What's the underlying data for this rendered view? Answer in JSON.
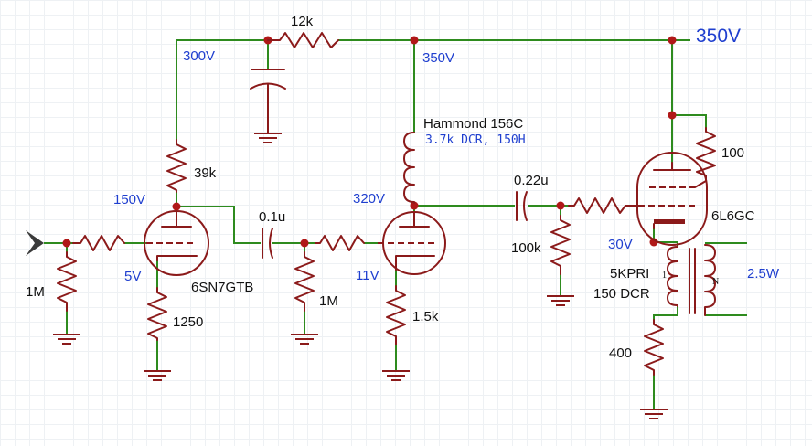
{
  "colors": {
    "wire": "#2e8b1e",
    "component": "#8b1a1a",
    "voltage_label": "#1f3fcf",
    "text": "#111111"
  },
  "supply": {
    "main": "350V"
  },
  "nodes": {
    "b300": "300V",
    "b350": "350V",
    "v1_plate": "150V",
    "v1_cathode": "5V",
    "v2_plate": "320V",
    "v2_cathode": "11V",
    "v3_cathode": "30V"
  },
  "components": {
    "r_dropper": "12k",
    "r_plate1": "39k",
    "r_in_shunt": "1M",
    "r_cathode1": "1250",
    "cap_coupling1": "0.1u",
    "r_grid2": "1M",
    "r_cathode2": "1.5k",
    "cap_coupling2": "0.22u",
    "r_grid3": "100k",
    "r_screen": "100",
    "r_cathode3": "400"
  },
  "tubes": {
    "v1": "6SN7GTB",
    "v3": "6L6GC"
  },
  "choke": {
    "name": "Hammond 156C",
    "spec": "3.7k DCR, 150H"
  },
  "transformer": {
    "primary": "5KPRI",
    "dcr": "150 DCR",
    "pin_label": "1",
    "secondary_label": "N",
    "output_power": "2.5W"
  }
}
